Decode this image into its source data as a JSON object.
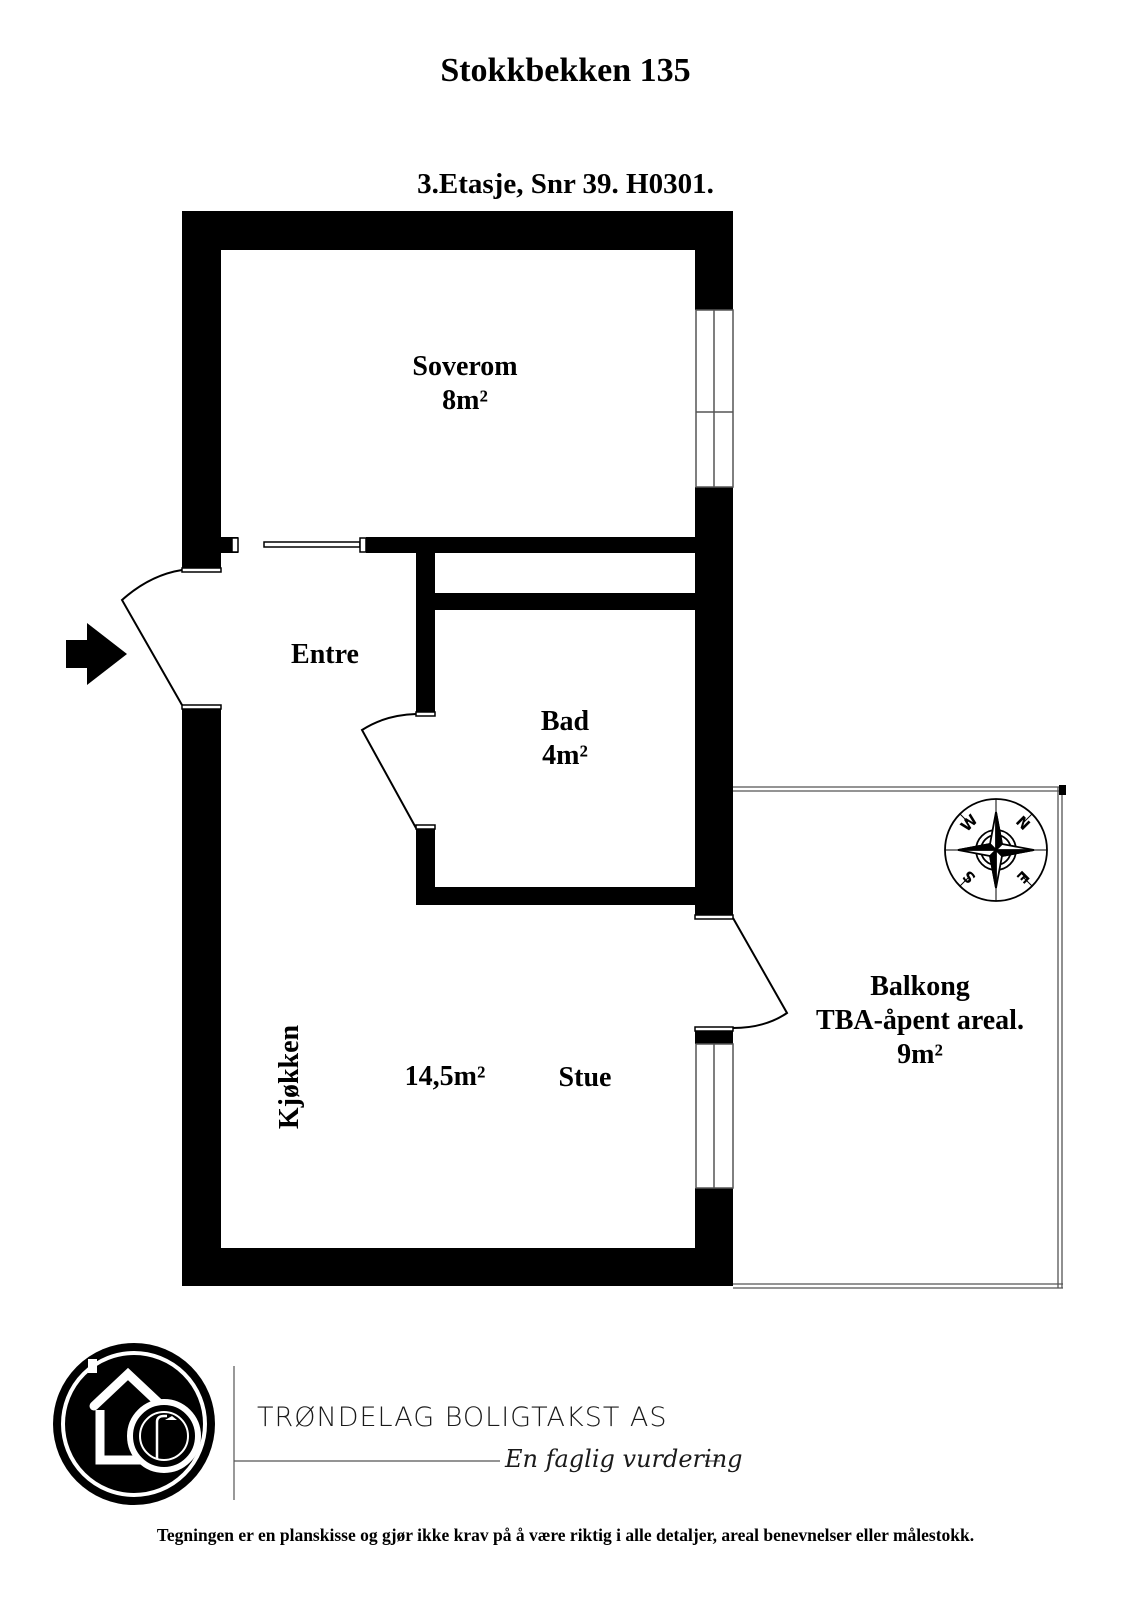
{
  "header": {
    "title": "Stokkbekken 135",
    "subtitle": "3.Etasje, Snr 39. H0301."
  },
  "rooms": [
    {
      "name": "Soverom",
      "area": "8m²"
    },
    {
      "name": "Entre",
      "area": ""
    },
    {
      "name": "Bad",
      "area": "4m²"
    },
    {
      "name": "Kjøkken",
      "area": ""
    },
    {
      "name": "Stue",
      "area": "14,5m²"
    },
    {
      "name": "Balkong",
      "note": "TBA-åpent areal.",
      "area": "9m²"
    }
  ],
  "compass": {
    "labels": [
      "N",
      "E",
      "S",
      "W"
    ]
  },
  "entrance": {
    "icon": "entrance-arrow-icon"
  },
  "footer": {
    "company": "TRØNDELAG BOLIGTAKST AS",
    "tagline": "En faglig vurdering",
    "logo_icon": "house-shower-logo-icon",
    "disclaimer": "Tegningen er en planskisse og gjør ikke krav på å være riktig i alle detaljer, areal benevnelser eller målestokk."
  },
  "colors": {
    "wall": "#000000",
    "background": "#ffffff",
    "thin_line": "#555555"
  }
}
